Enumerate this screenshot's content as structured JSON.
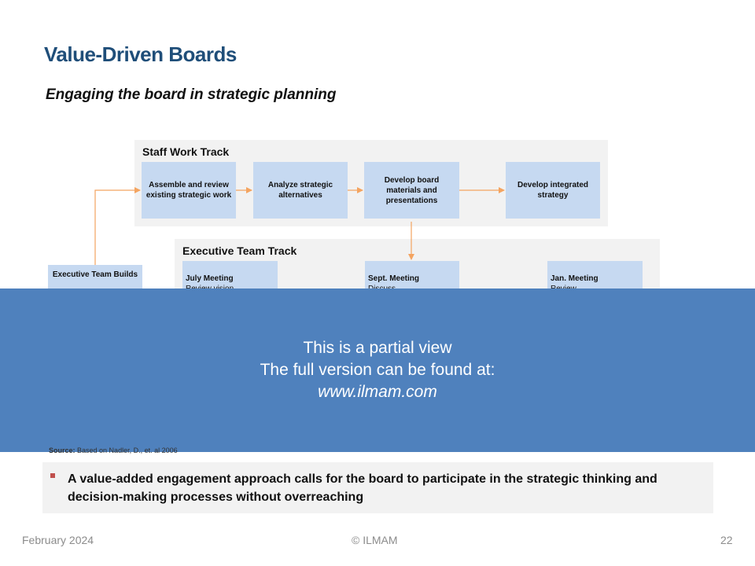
{
  "slide": {
    "title": "Value-Driven Boards",
    "subtitle": "Engaging the board in strategic planning"
  },
  "staff_track": {
    "title": "Staff Work Track",
    "boxes": [
      "Assemble and review existing strategic work",
      "Analyze strategic alternatives",
      "Develop board materials and presentations",
      "Develop integrated strategy"
    ]
  },
  "exec_track": {
    "title": "Executive Team Track",
    "start_box": "Executive Team Builds",
    "boxes": [
      {
        "heading": "July Meeting",
        "text": "Review vision,"
      },
      {
        "heading": "Sept. Meeting",
        "text": "Discuss"
      },
      {
        "heading": "Jan. Meeting",
        "text": "Review"
      }
    ]
  },
  "banner": {
    "line1": "This is a partial view",
    "line2": "The full version can be found at:",
    "url": "www.ilmam.com"
  },
  "source": {
    "label": "Source:",
    "text": "Based on Nadler, D., et. al 2006"
  },
  "callout": {
    "text": "A value-added engagement approach calls for the board to participate in the strategic thinking and decision-making processes without overreaching"
  },
  "footer": {
    "date": "February 2024",
    "copyright": "© ILMAM",
    "page": "22"
  },
  "colors": {
    "title": "#1f4e79",
    "box_fill": "#c6d9f1",
    "track_fill": "#f2f2f2",
    "arrow": "#f4a460",
    "banner": "#4f81bd",
    "bullet": "#c0504d"
  }
}
